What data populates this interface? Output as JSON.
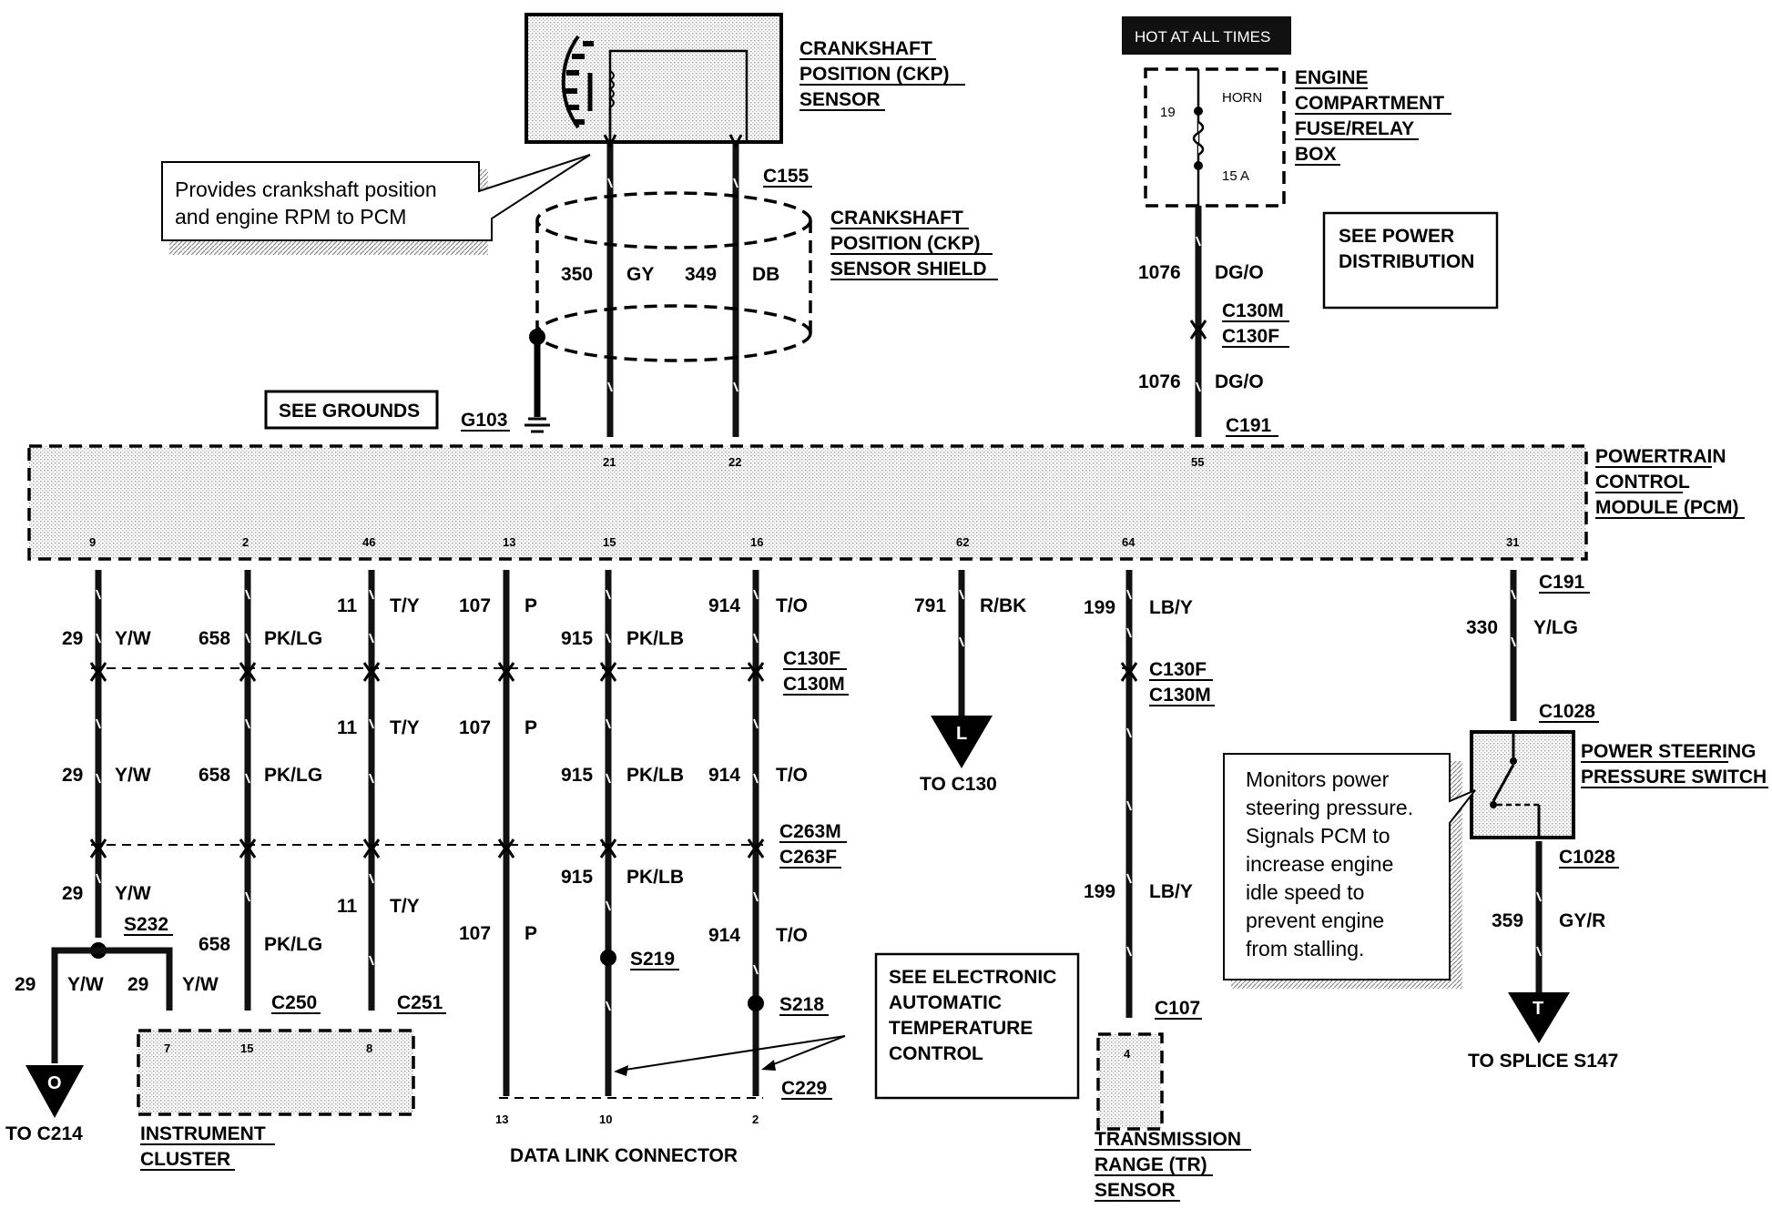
{
  "top_labels": {
    "hot_at_all_times": "HOT AT ALL TIMES",
    "ckp_sensor": [
      "CRANKSHAFT",
      "POSITION (CKP)",
      "SENSOR"
    ],
    "ckp_shield": [
      "CRANKSHAFT",
      "POSITION (CKP)",
      "SENSOR SHIELD"
    ],
    "ckp_callout": [
      "Provides crankshaft position",
      "and engine RPM to PCM"
    ],
    "fuse_box": [
      "ENGINE",
      "COMPARTMENT",
      "FUSE/RELAY",
      "BOX"
    ],
    "fuse_number": "19",
    "fuse_circuit": "HORN",
    "fuse_rating": "15 A",
    "see_power": [
      "SEE POWER",
      "DISTRIBUTION"
    ],
    "see_grounds": "SEE GROUNDS",
    "ground_id": "G103",
    "ckp_connector": "C155",
    "pcm_top_connector": "C191"
  },
  "top_wires": {
    "w350": {
      "num": "350",
      "color": "GY"
    },
    "w349": {
      "num": "349",
      "color": "DB"
    },
    "w1076a": {
      "num": "1076",
      "color": "DG/O"
    },
    "w1076b": {
      "num": "1076",
      "color": "DG/O"
    },
    "c130m": "C130M",
    "c130f": "C130F"
  },
  "pcm": {
    "label": [
      "POWERTRAIN",
      "CONTROL",
      "MODULE (PCM)"
    ],
    "top_pins": [
      "21",
      "22",
      "55"
    ],
    "bottom_pins": [
      "9",
      "2",
      "46",
      "13",
      "15",
      "16",
      "62",
      "64",
      "31"
    ]
  },
  "bottom_wires": {
    "r1": [
      {
        "num": "29",
        "color": "Y/W"
      },
      {
        "num": "658",
        "color": "PK/LG"
      },
      {
        "num": "11",
        "color": "T/Y"
      },
      {
        "num": "107",
        "color": "P"
      },
      {
        "num": "915",
        "color": "PK/LB"
      },
      {
        "num": "914",
        "color": "T/O"
      },
      {
        "num": "791",
        "color": "R/BK"
      },
      {
        "num": "199",
        "color": "LB/Y"
      },
      {
        "num": "330",
        "color": "Y/LG"
      }
    ],
    "r2": [
      {
        "num": "29",
        "color": "Y/W"
      },
      {
        "num": "658",
        "color": "PK/LG"
      },
      {
        "num": "11",
        "color": "T/Y"
      },
      {
        "num": "107",
        "color": "P"
      },
      {
        "num": "915",
        "color": "PK/LB"
      },
      {
        "num": "914",
        "color": "T/O"
      }
    ],
    "r3": [
      {
        "num": "29",
        "color": "Y/W"
      },
      {
        "num": "658",
        "color": "PK/LG"
      },
      {
        "num": "11",
        "color": "T/Y"
      },
      {
        "num": "107",
        "color": "P"
      },
      {
        "num": "915",
        "color": "PK/LB"
      },
      {
        "num": "914",
        "color": "T/O"
      },
      {
        "num": "199",
        "color": "LB/Y"
      }
    ],
    "branch_left": {
      "num": "29",
      "color": "Y/W"
    },
    "branch_right": {
      "num": "29",
      "color": "Y/W"
    },
    "w359": {
      "num": "359",
      "color": "GY/R"
    }
  },
  "connectors": {
    "c191_right": "C191",
    "c130f_1": "C130F",
    "c130m_1": "C130M",
    "c263m": "C263M",
    "c263f": "C263F",
    "c130f_2": "C130F",
    "c130m_2": "C130M",
    "c1028_top": "C1028",
    "c1028_bot": "C1028",
    "s232": "S232",
    "s219": "S219",
    "s218": "S218",
    "c250": "C250",
    "c251": "C251",
    "c229": "C229",
    "c107": "C107"
  },
  "destinations": {
    "arrow_l": "L",
    "to_c130": "TO C130",
    "arrow_o": "O",
    "to_c214": "TO C214",
    "arrow_t": "T",
    "to_splice": "TO SPLICE S147"
  },
  "components": {
    "instrument_cluster": [
      "INSTRUMENT",
      "CLUSTER"
    ],
    "cluster_pins": [
      "7",
      "15",
      "8"
    ],
    "dlc": "DATA LINK CONNECTOR",
    "dlc_pins": [
      "13",
      "10",
      "2"
    ],
    "tr_sensor": [
      "TRANSMISSION",
      "RANGE (TR)",
      "SENSOR"
    ],
    "tr_pin": "4",
    "ps_switch": [
      "POWER STEERING",
      "PRESSURE SWITCH"
    ],
    "ps_callout": [
      "Monitors power",
      "steering pressure.",
      "Signals PCM to",
      "increase engine",
      "idle speed to",
      "prevent engine",
      "from stalling."
    ],
    "eatc_note": [
      "SEE ELECTRONIC",
      "AUTOMATIC",
      "TEMPERATURE",
      "CONTROL"
    ]
  }
}
